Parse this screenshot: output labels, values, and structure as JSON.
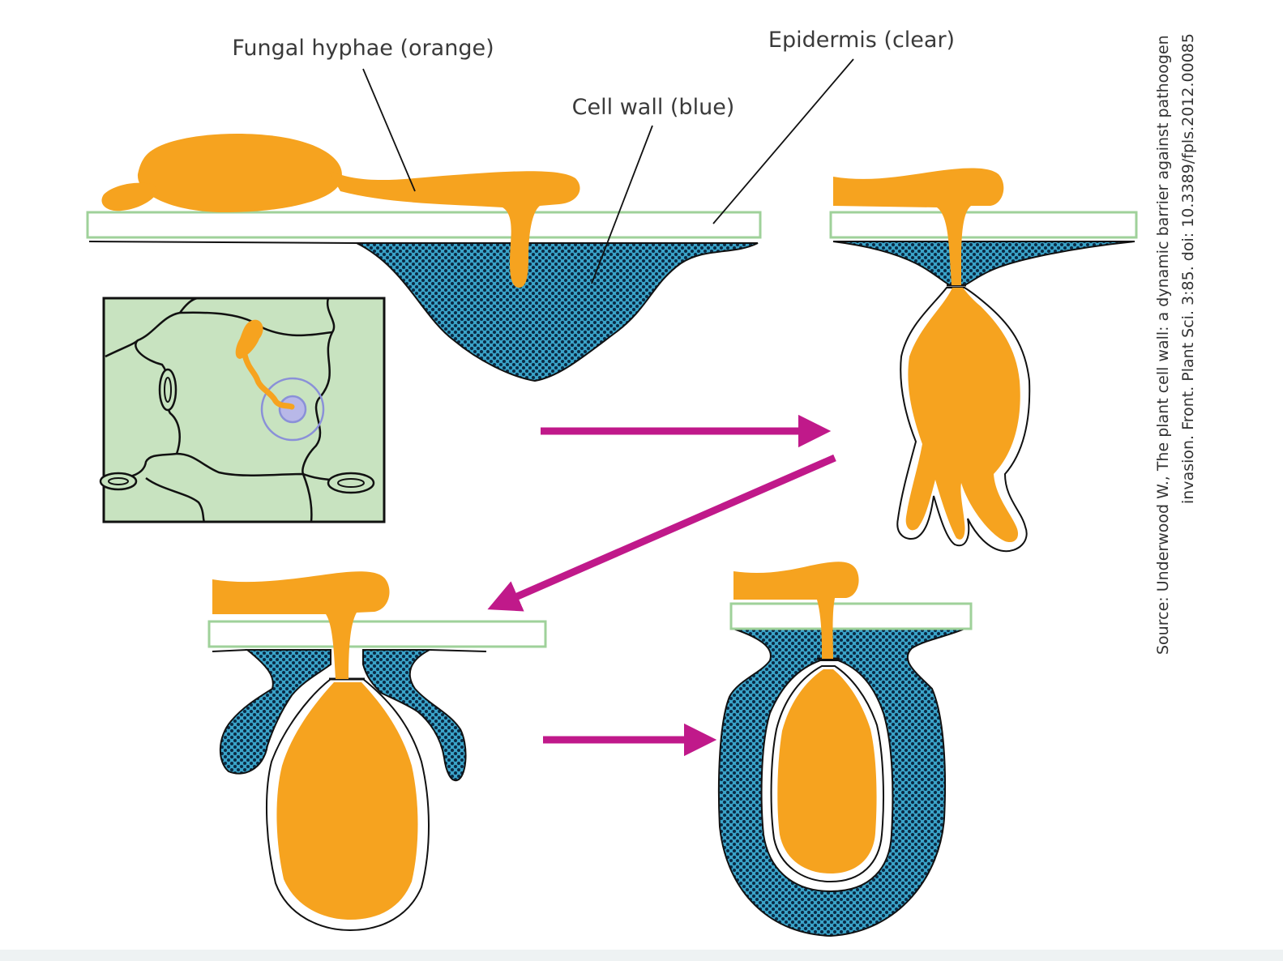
{
  "labels": {
    "fungal_hyphae": "Fungal hyphae (orange)",
    "cell_wall": "Cell wall (blue)",
    "epidermis": "Epidermis (clear)"
  },
  "source": {
    "line1": "Source:  Underwood W., The plant cell wall:  a dynamic barrier against pathoogen",
    "line2": "invasion.  Front. Plant Sci. 3:85. doi: 10.3389/fpls.2012.00085"
  },
  "colors": {
    "hyphae": "#f6a31f",
    "cell_wall": "#3aa3c8",
    "cell_wall_dots": "#0a2a44",
    "epidermis_border": "#9fd19a",
    "inset_background": "#c8e3c0",
    "arrow": "#c0198a",
    "papilla_ring": "#8a90d8"
  },
  "icons": {
    "arrow": "arrow-right-icon"
  }
}
